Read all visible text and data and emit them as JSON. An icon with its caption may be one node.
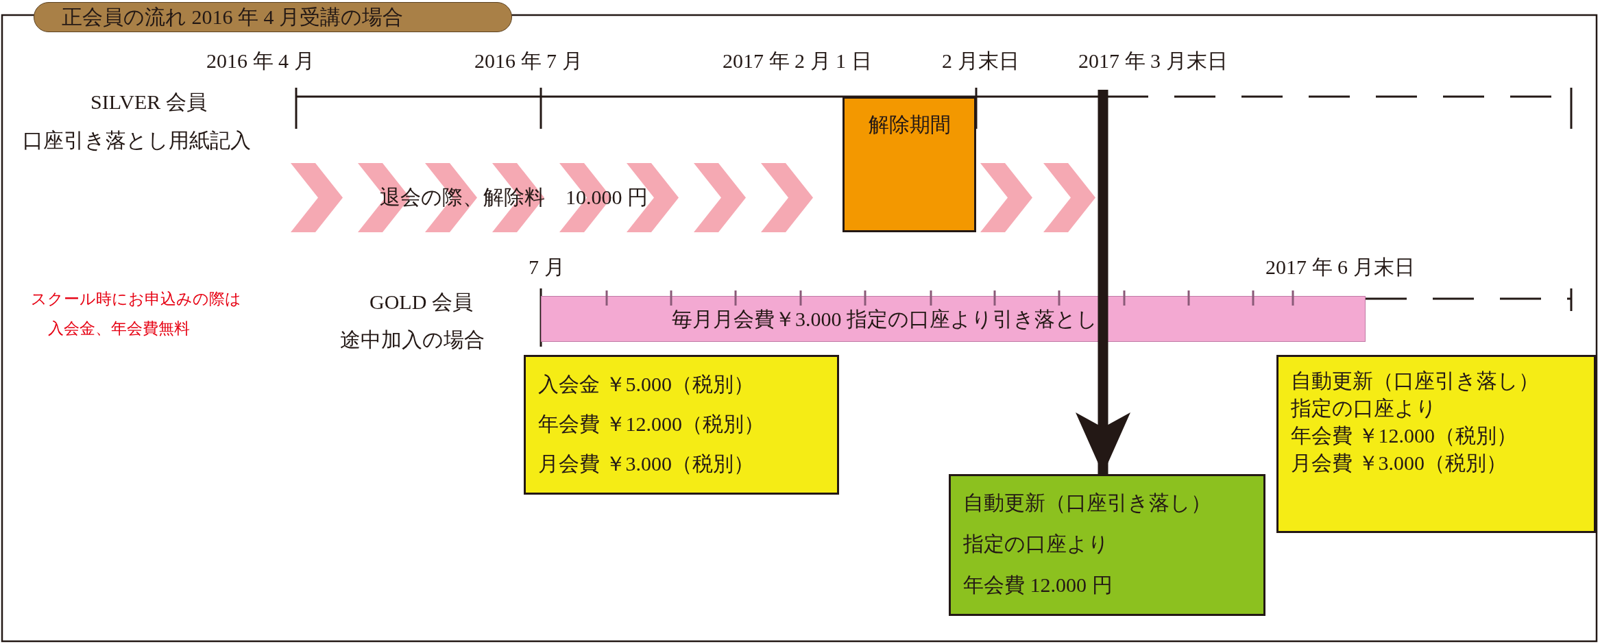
{
  "diagram": {
    "title": "正会員の流れ 2016 年 4 月受講の場合",
    "nodes": [
      {
        "text": [
          "退会の際、解除料　10.000 円"
        ]
      },
      {
        "text": [
          "解除期間"
        ]
      },
      {
        "text": [
          "毎月月会費￥3.000 指定の口座より引き落とし"
        ]
      },
      {
        "text": [
          "入会金 ￥5.000（税別）",
          "年会費 ￥12.000（税別）",
          "月会費 ￥3.000（税別）"
        ]
      },
      {
        "text": [
          "自動更新（口座引き落し）",
          "指定の口座より",
          "年会費 12.000 円"
        ]
      },
      {
        "text": [
          "自動更新（口座引き落し）",
          "指定の口座より",
          "年会費 ￥12.000（税別）",
          "月会費 ￥3.000（税別）"
        ]
      }
    ],
    "edges": [
      {
        "from": null,
        "to": 4,
        "arrow": "to"
      }
    ],
    "labels": [
      "2016 年 4 月",
      "2016 年 7 月",
      "2017 年 2 月 1 日",
      "2 月末日",
      "2017 年 3 月末日",
      "SILVER 会員",
      "口座引き落とし用紙記入",
      "7 月",
      "2017 年 6 月末日",
      "スクール時にお申込みの際は",
      "入会金、年会費無料",
      "GOLD 会員",
      "途中加入の場合"
    ]
  }
}
